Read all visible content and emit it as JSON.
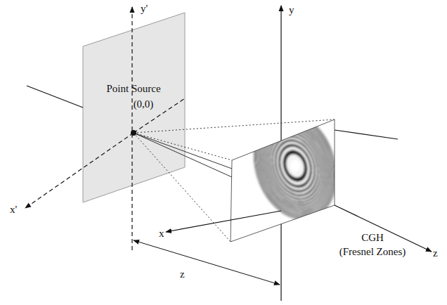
{
  "diagram": {
    "labels": [
      "y'",
      "Point Source",
      "(0,0)",
      "x'",
      "y",
      "x",
      "z",
      "z",
      "CGH",
      "(Fresnel Zones)"
    ]
  }
}
